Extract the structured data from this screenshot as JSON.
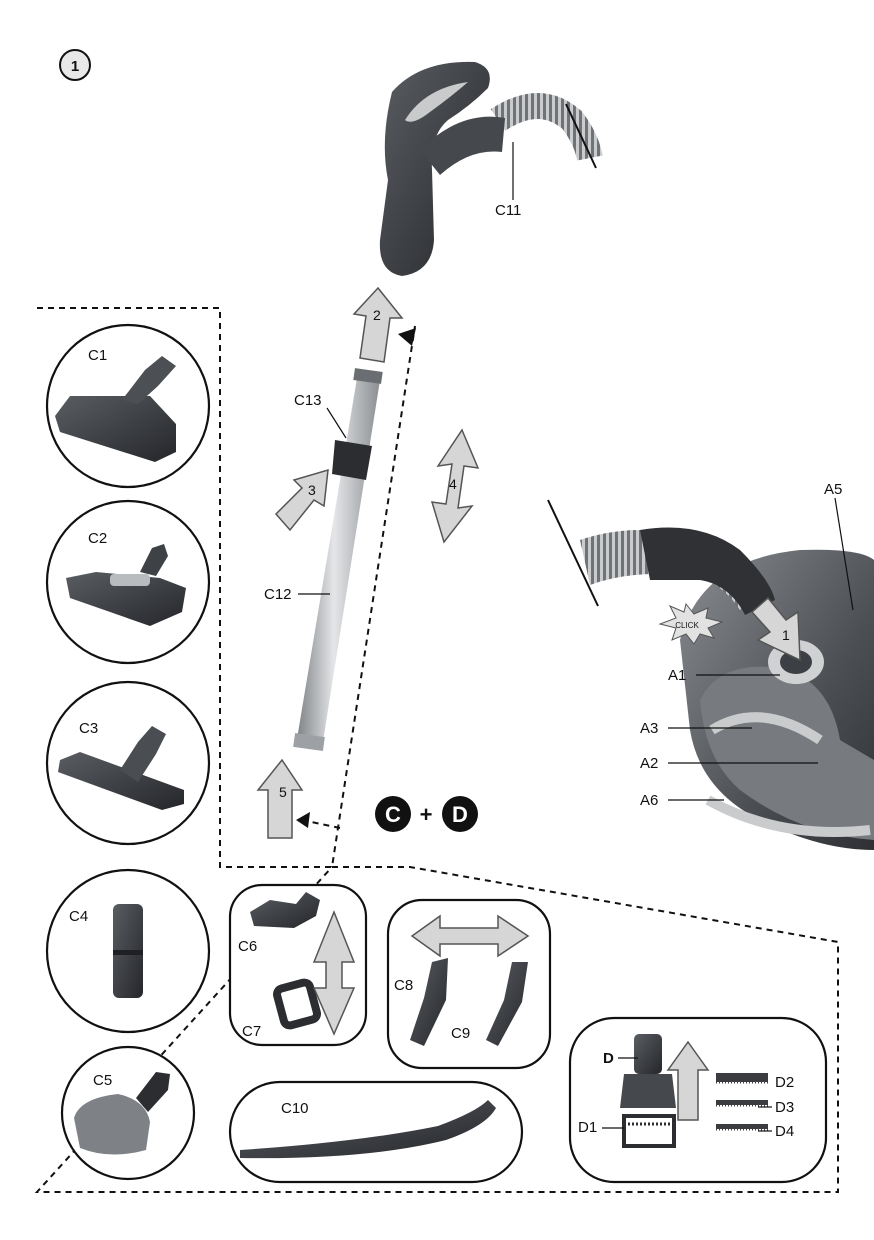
{
  "figure_number": "1",
  "labels": {
    "c1": "C1",
    "c2": "C2",
    "c3": "C3",
    "c4": "C4",
    "c5": "C5",
    "c6": "C6",
    "c7": "C7",
    "c8": "C8",
    "c9": "C9",
    "c10": "C10",
    "c11": "C11",
    "c12": "C12",
    "c13": "C13",
    "a1": "A1",
    "a2": "A2",
    "a3": "A3",
    "a5": "A5",
    "a6": "A6",
    "d": "D",
    "d1": "D1",
    "d2": "D2",
    "d3": "D3",
    "d4": "D4"
  },
  "steps": {
    "s1": "1",
    "s2": "2",
    "s3": "3",
    "s4": "4",
    "s5": "5"
  },
  "click_text": "CLICK",
  "combo": {
    "left": "C",
    "plus": "+",
    "right": "D"
  },
  "colors": {
    "line": "#111111",
    "arrow_fill": "#d6d6d6",
    "part_dark": "#3a3c40",
    "part_metal": "#b9bcbf"
  }
}
